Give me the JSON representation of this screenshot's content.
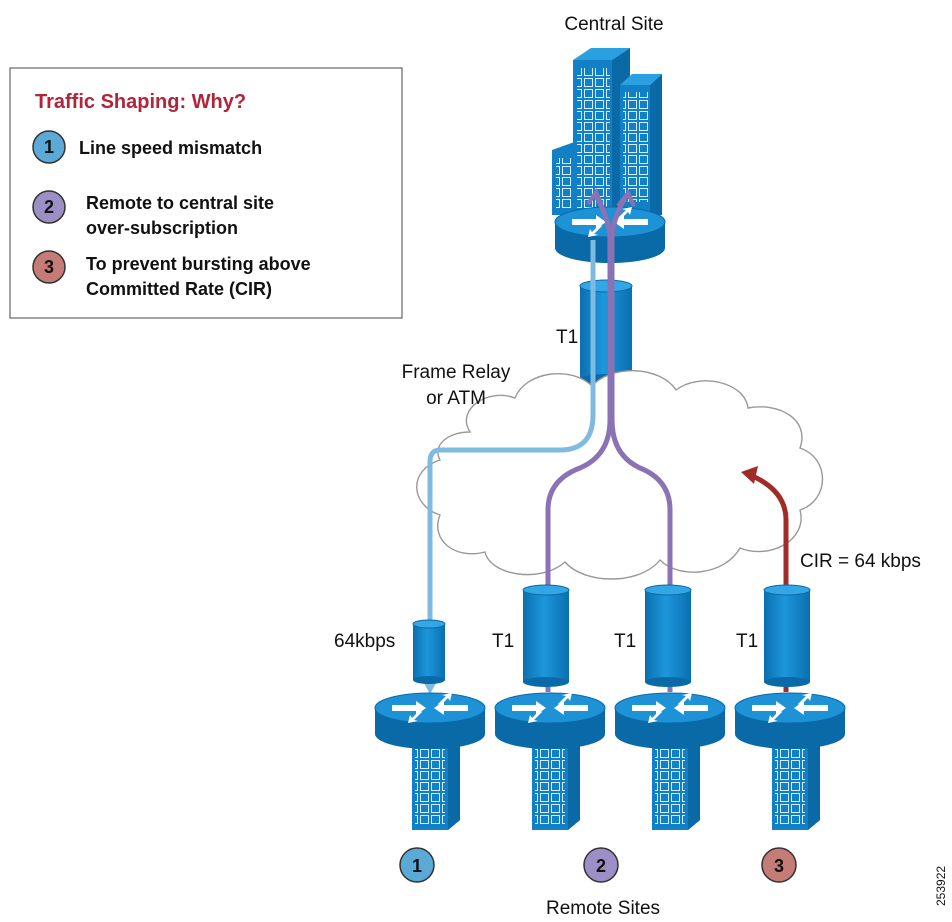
{
  "labels": {
    "central_site": "Central Site",
    "remote_sites": "Remote Sites",
    "cloud_line1": "Frame Relay",
    "cloud_line2": "or ATM",
    "central_link": "T1",
    "remote1_link": "64kbps",
    "remote2_link": "T1",
    "remote3_link": "T1",
    "remote4_link": "T1",
    "cir": "CIR = 64 kbps",
    "figure_id": "253922"
  },
  "legend": {
    "title": "Traffic Shaping: Why?",
    "items": [
      {
        "num": "1",
        "line1": "Line speed mismatch",
        "line2": ""
      },
      {
        "num": "2",
        "line1": "Remote to central site",
        "line2": "over-subscription"
      },
      {
        "num": "3",
        "line1": "To prevent bursting above",
        "line2": "Committed Rate (CIR)"
      }
    ]
  },
  "badges": [
    "1",
    "2",
    "3"
  ],
  "colors": {
    "device_blue": "#0b79c0",
    "device_light": "#2c9ad8",
    "badge1": "#5aa9d6",
    "badge2": "#9b8fc6",
    "badge3": "#c57b76",
    "path1": "#7fbbe0",
    "path2": "#8a72b5",
    "path3": "#a12b26",
    "legend_title": "#b0253a"
  }
}
